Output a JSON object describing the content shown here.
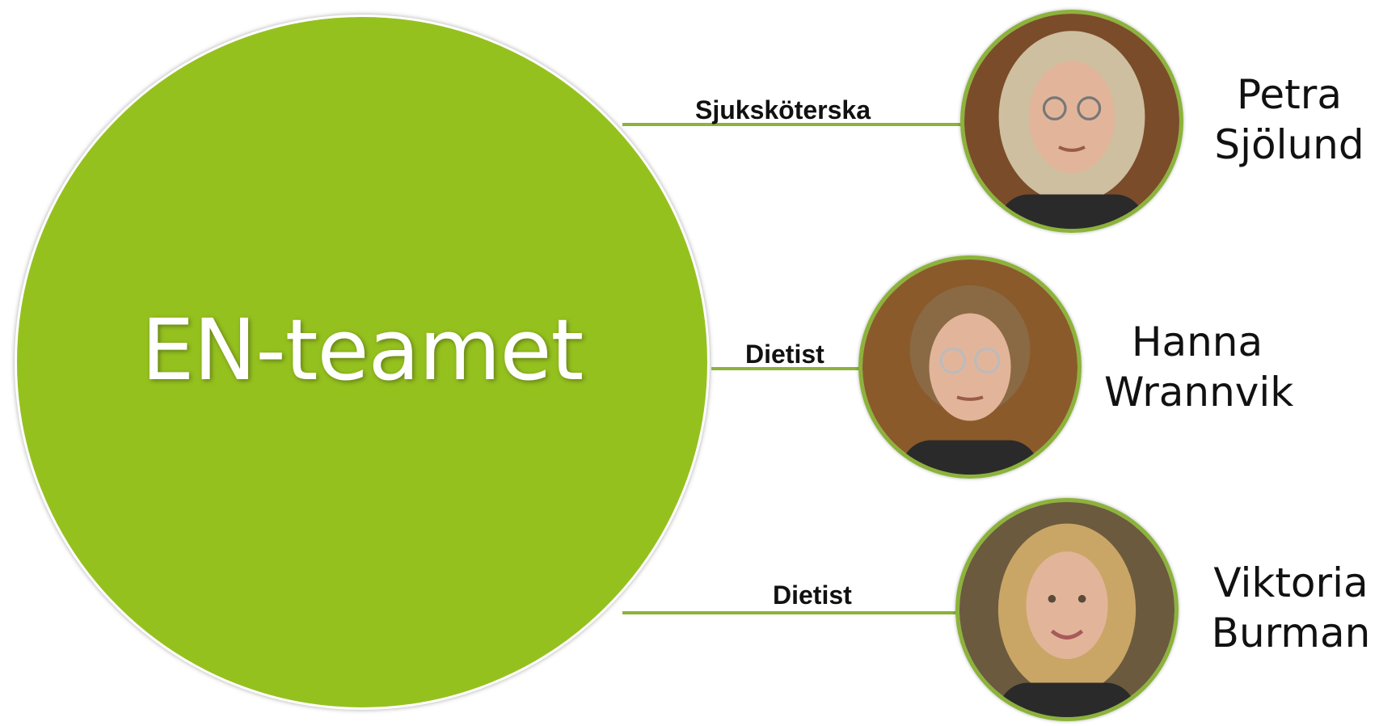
{
  "diagram": {
    "center": {
      "label": "EN-teamet"
    },
    "members": [
      {
        "role": "Sjuksköterska",
        "first_name": "Petra",
        "last_name": "Sjölund",
        "hair": "#cdbf9f",
        "background": "#7a4c2a"
      },
      {
        "role": "Dietist",
        "first_name": "Hanna",
        "last_name": "Wrannvik",
        "hair": "#8a6a44",
        "background": "#8a5a2a"
      },
      {
        "role": "Dietist",
        "first_name": "Viktoria",
        "last_name": "Burman",
        "hair": "#caa666",
        "background": "#6b5a3e"
      }
    ]
  },
  "colors": {
    "accent": "#95c11f",
    "connector": "#8cb33a",
    "skin": "#e2b59a"
  }
}
